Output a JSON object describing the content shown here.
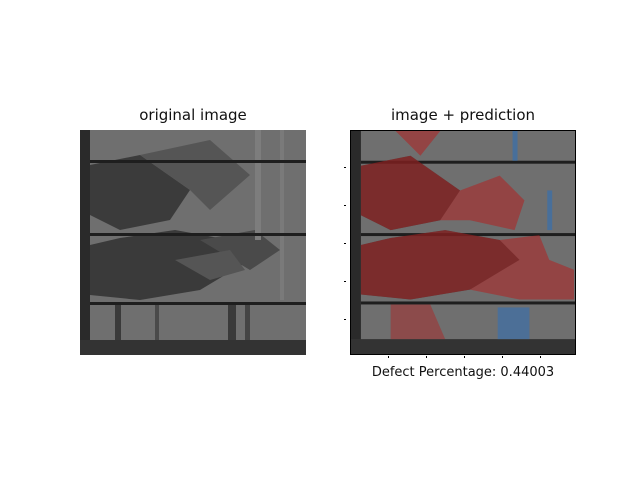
{
  "figure": {
    "left_title": "original image",
    "right_title": "image + prediction",
    "caption": "Defect Percentage: 0.44003"
  },
  "colors": {
    "defect_overlay": "#b02020",
    "secondary_overlay": "#2f6fb8",
    "cell_gray": "#6e6e6e",
    "dark_region": "#3a3a3a",
    "busbar": "#1e1e1e"
  }
}
